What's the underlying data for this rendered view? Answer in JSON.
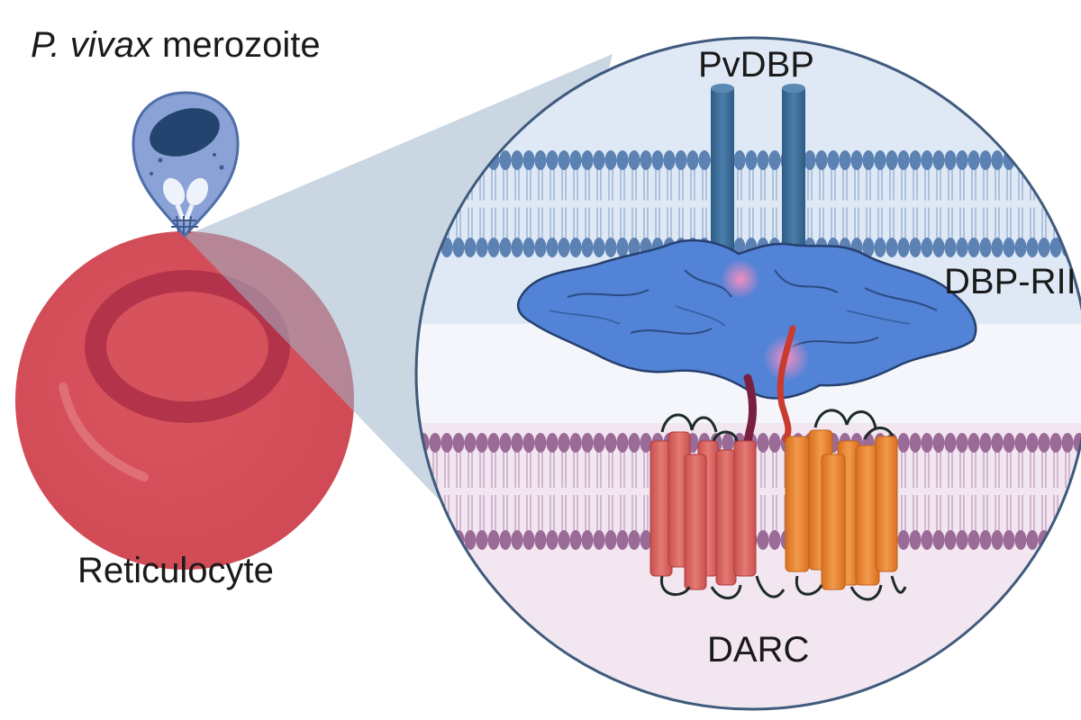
{
  "labels": {
    "merozoite_species": "P. vivax",
    "merozoite_word": "merozoite",
    "reticulocyte": "Reticulocyte",
    "pvdbp": "PvDBP",
    "dbp_rii": "DBP-RII",
    "darc": "DARC"
  },
  "colors": {
    "red_cell": "#d5505a",
    "red_cell_rim": "#b83647",
    "zoom_cone": "#9fb6cc",
    "circle_border": "#3f5a7c",
    "parasite_membrane": "#5c81b3",
    "host_membrane": "#9b6b97",
    "dbp_protein": "#4f7ed3",
    "pvdbp_stalk": "#3b6b95",
    "darc_left": "#dc6a66",
    "darc_right": "#ea8a3c",
    "binding_site": "#f07aa4"
  },
  "icons": {
    "parasite": "merozoite-icon",
    "red_cell": "reticulocyte-icon"
  }
}
